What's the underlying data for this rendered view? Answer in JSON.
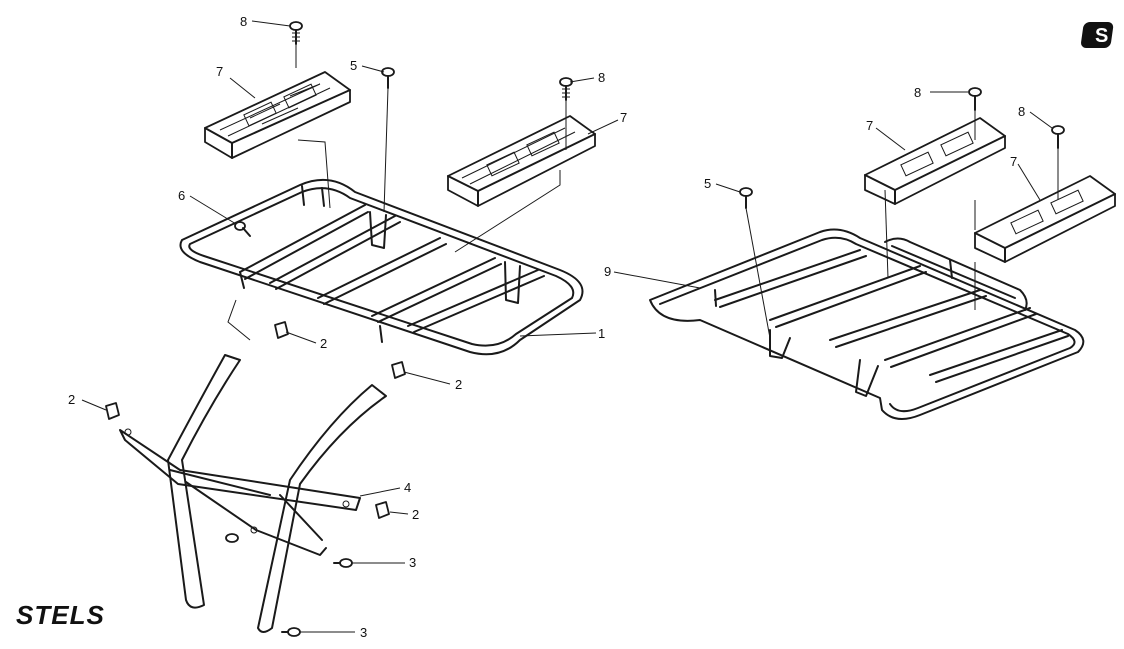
{
  "brand": {
    "name": "STELS",
    "logo_letter": "S"
  },
  "callouts": {
    "c1": "1",
    "c2a": "2",
    "c2b": "2",
    "c2c": "2",
    "c2d": "2",
    "c3a": "3",
    "c3b": "3",
    "c4": "4",
    "c5a": "5",
    "c5b": "5",
    "c6": "6",
    "c7a": "7",
    "c7b": "7",
    "c7c": "7",
    "c7d": "7",
    "c8a": "8",
    "c8b": "8",
    "c8c": "8",
    "c8d": "8",
    "c9": "9"
  },
  "colors": {
    "line": "#1a1a1a",
    "background": "#ffffff"
  }
}
